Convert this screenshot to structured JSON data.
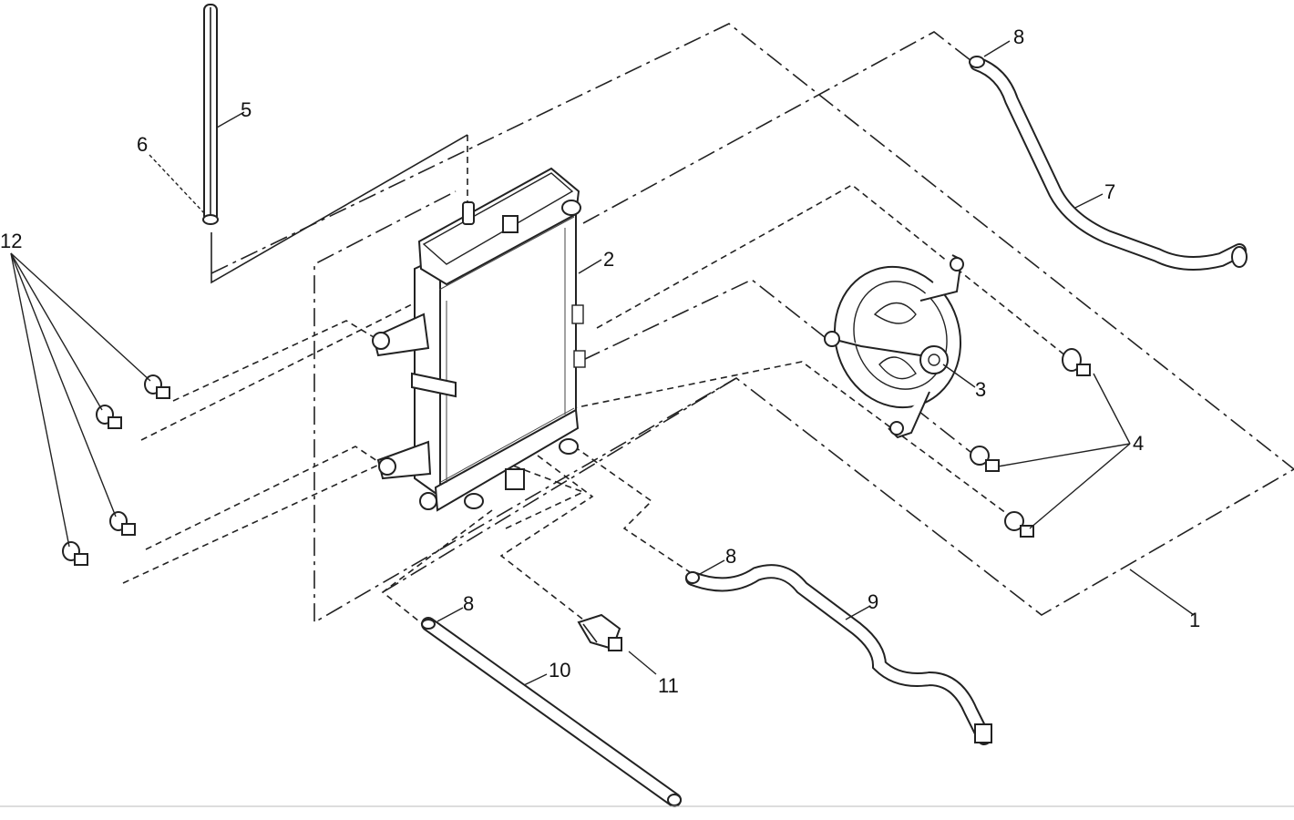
{
  "callouts": {
    "c1": "1",
    "c2": "2",
    "c3": "3",
    "c4": "4",
    "c5": "5",
    "c6": "6",
    "c7": "7",
    "c8a": "8",
    "c8b": "8",
    "c8c": "8",
    "c9": "9",
    "c10": "10",
    "c11": "11",
    "c12": "12"
  }
}
